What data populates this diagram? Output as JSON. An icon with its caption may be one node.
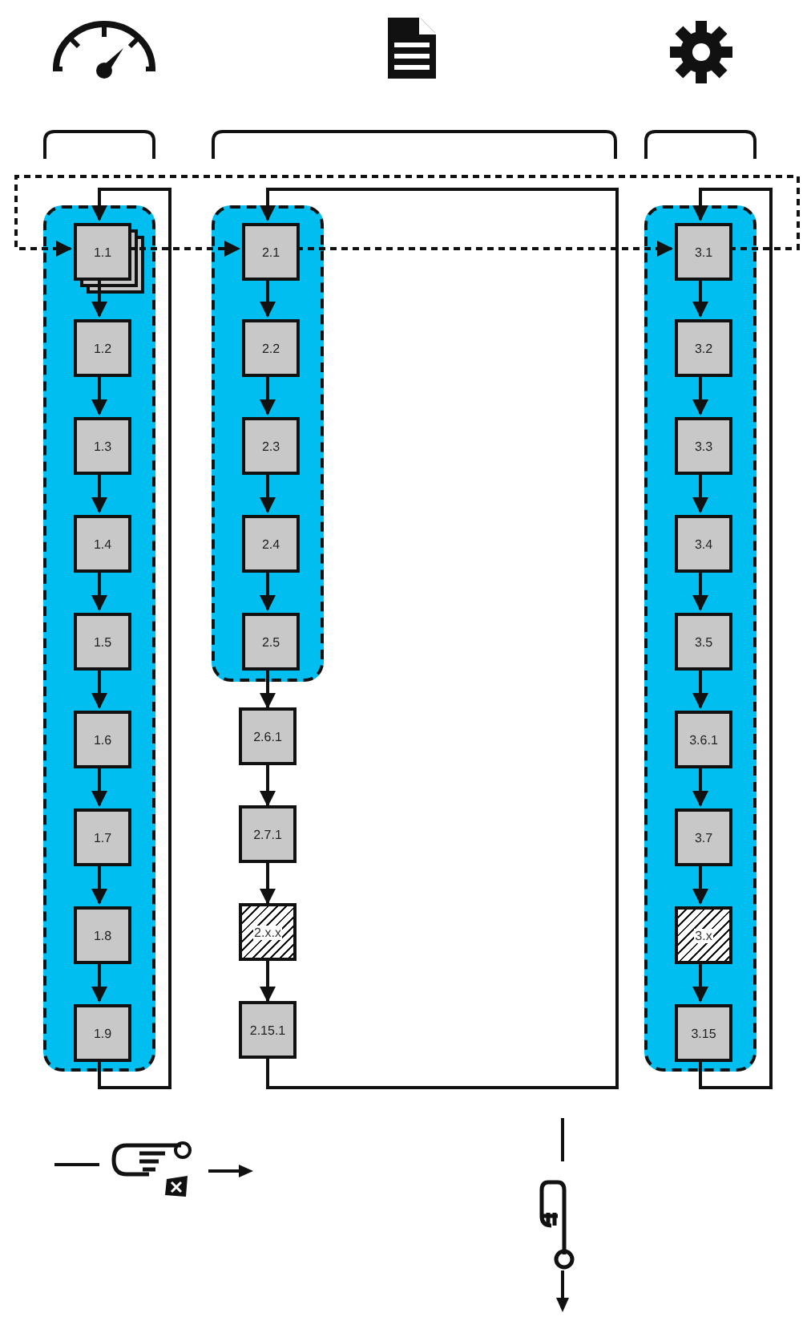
{
  "diagram": {
    "nodes": [
      {
        "text": [],
        "shape": "box"
      },
      {
        "text": [
          "1.1"
        ],
        "in": 0
      },
      {
        "text": [
          "1.2"
        ],
        "in": 0
      },
      {
        "text": [
          "1.3"
        ],
        "in": 0
      },
      {
        "text": [
          "1.4"
        ],
        "in": 0
      },
      {
        "text": [
          "1.5"
        ],
        "in": 0
      },
      {
        "text": [
          "1.6"
        ],
        "in": 0
      },
      {
        "text": [
          "1.7"
        ],
        "in": 0
      },
      {
        "text": [
          "1.8"
        ],
        "in": 0
      },
      {
        "text": [
          "1.9"
        ],
        "in": 0
      },
      {
        "text": [],
        "shape": "box"
      },
      {
        "text": [
          "2.1"
        ],
        "in": 10
      },
      {
        "text": [
          "2.2"
        ],
        "in": 10
      },
      {
        "text": [
          "2.3"
        ],
        "in": 10
      },
      {
        "text": [
          "2.4"
        ],
        "in": 10
      },
      {
        "text": [
          "2.5"
        ],
        "in": 10
      },
      {
        "text": [
          "2.6.1"
        ]
      },
      {
        "text": [
          "2.7.1"
        ]
      },
      {
        "text": [
          "2.x.x"
        ]
      },
      {
        "text": [
          "2.15.1"
        ]
      },
      {
        "text": [],
        "shape": "box"
      },
      {
        "text": [
          "3.1"
        ],
        "in": 20
      },
      {
        "text": [
          "3.2"
        ],
        "in": 20
      },
      {
        "text": [
          "3.3"
        ],
        "in": 20
      },
      {
        "text": [
          "3.4"
        ],
        "in": 20
      },
      {
        "text": [
          "3.5"
        ],
        "in": 20
      },
      {
        "text": [
          "3.6.1"
        ],
        "in": 20
      },
      {
        "text": [
          "3.7"
        ],
        "in": 20
      },
      {
        "text": [
          "3.x"
        ],
        "in": 20
      },
      {
        "text": [
          "3.15"
        ],
        "in": 20
      }
    ],
    "edges": [
      {
        "from": 1,
        "to": 2,
        "arrow": "to"
      },
      {
        "from": 2,
        "to": 3,
        "arrow": "to"
      },
      {
        "from": 3,
        "to": 4,
        "arrow": "to"
      },
      {
        "from": 4,
        "to": 5,
        "arrow": "to"
      },
      {
        "from": 5,
        "to": 6,
        "arrow": "to"
      },
      {
        "from": 6,
        "to": 7,
        "arrow": "to"
      },
      {
        "from": 7,
        "to": 8,
        "arrow": "to"
      },
      {
        "from": 8,
        "to": 9,
        "arrow": "to"
      },
      {
        "from": 9,
        "to": 1,
        "arrow": "to"
      },
      {
        "from": 11,
        "to": 12,
        "arrow": "to"
      },
      {
        "from": 12,
        "to": 13,
        "arrow": "to"
      },
      {
        "from": 13,
        "to": 14,
        "arrow": "to"
      },
      {
        "from": 14,
        "to": 15,
        "arrow": "to"
      },
      {
        "from": 15,
        "to": 16,
        "arrow": "to"
      },
      {
        "from": 16,
        "to": 17,
        "arrow": "to"
      },
      {
        "from": 17,
        "to": 18,
        "arrow": "to"
      },
      {
        "from": 18,
        "to": 19,
        "arrow": "to"
      },
      {
        "from": 19,
        "to": 11,
        "arrow": "to"
      },
      {
        "from": 21,
        "to": 22,
        "arrow": "to"
      },
      {
        "from": 22,
        "to": 23,
        "arrow": "to"
      },
      {
        "from": 23,
        "to": 24,
        "arrow": "to"
      },
      {
        "from": 24,
        "to": 25,
        "arrow": "to"
      },
      {
        "from": 25,
        "to": 26,
        "arrow": "to"
      },
      {
        "from": 26,
        "to": 27,
        "arrow": "to"
      },
      {
        "from": 27,
        "to": 28,
        "arrow": "to"
      },
      {
        "from": 28,
        "to": 29,
        "arrow": "to"
      },
      {
        "from": 29,
        "to": 21,
        "arrow": "to"
      },
      {
        "from": 1,
        "to": 11,
        "arrow": "to",
        "style": "dashed"
      },
      {
        "from": 11,
        "to": 21,
        "arrow": "to",
        "style": "dashed"
      },
      {
        "from": 21,
        "to": 1,
        "arrow": "to",
        "style": "dashed"
      }
    ]
  }
}
